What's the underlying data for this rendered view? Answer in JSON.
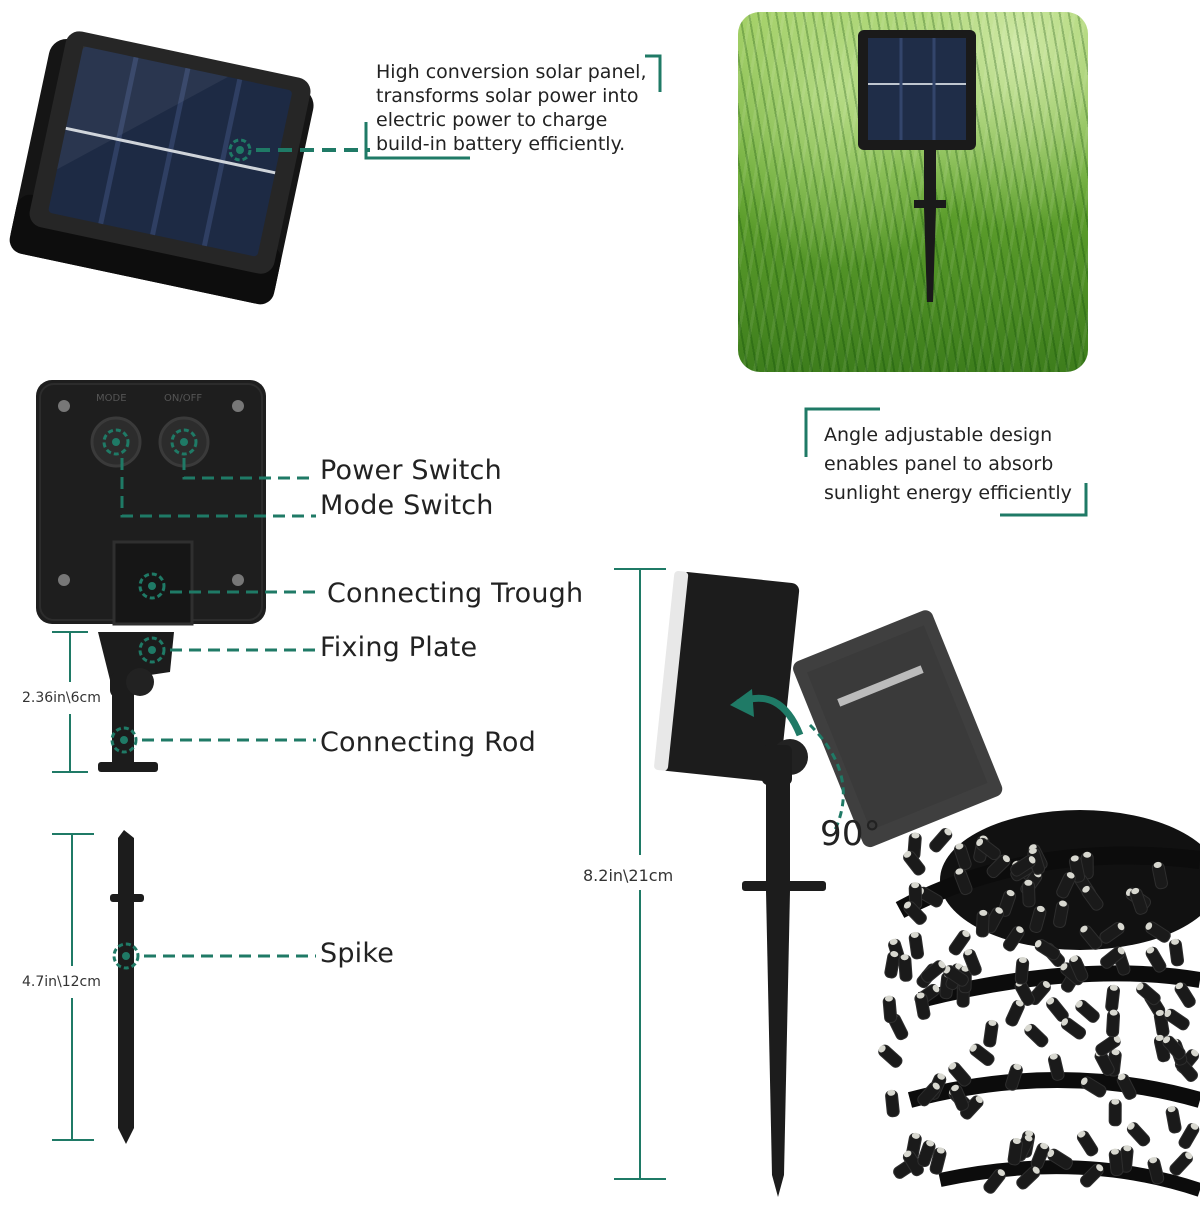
{
  "texts": {
    "panel_desc": [
      "High conversion solar panel,",
      "transforms solar power into",
      "electric power to charge",
      "build-in battery efficiently."
    ],
    "angle_desc": [
      "Angle adjustable design",
      "enables panel to absorb",
      "sunlight energy efficiently"
    ]
  },
  "back_panel": {
    "button_left": "MODE",
    "button_right": "ON/OFF"
  },
  "labels": {
    "power_switch": "Power Switch",
    "mode_switch": "Mode Switch",
    "connecting_trough": "Connecting Trough",
    "fixing_plate": "Fixing Plate",
    "connecting_rod": "Connecting Rod",
    "spike": "Spike"
  },
  "dimensions": {
    "rod_height": "2.36in\\6cm",
    "spike_height": "4.7in\\12cm",
    "total_height": "8.2in\\21cm",
    "angle": "90°"
  },
  "colors": {
    "accent": "#1f7a66",
    "dark": "#1c1c1c",
    "grass": "#4e9a2a"
  }
}
